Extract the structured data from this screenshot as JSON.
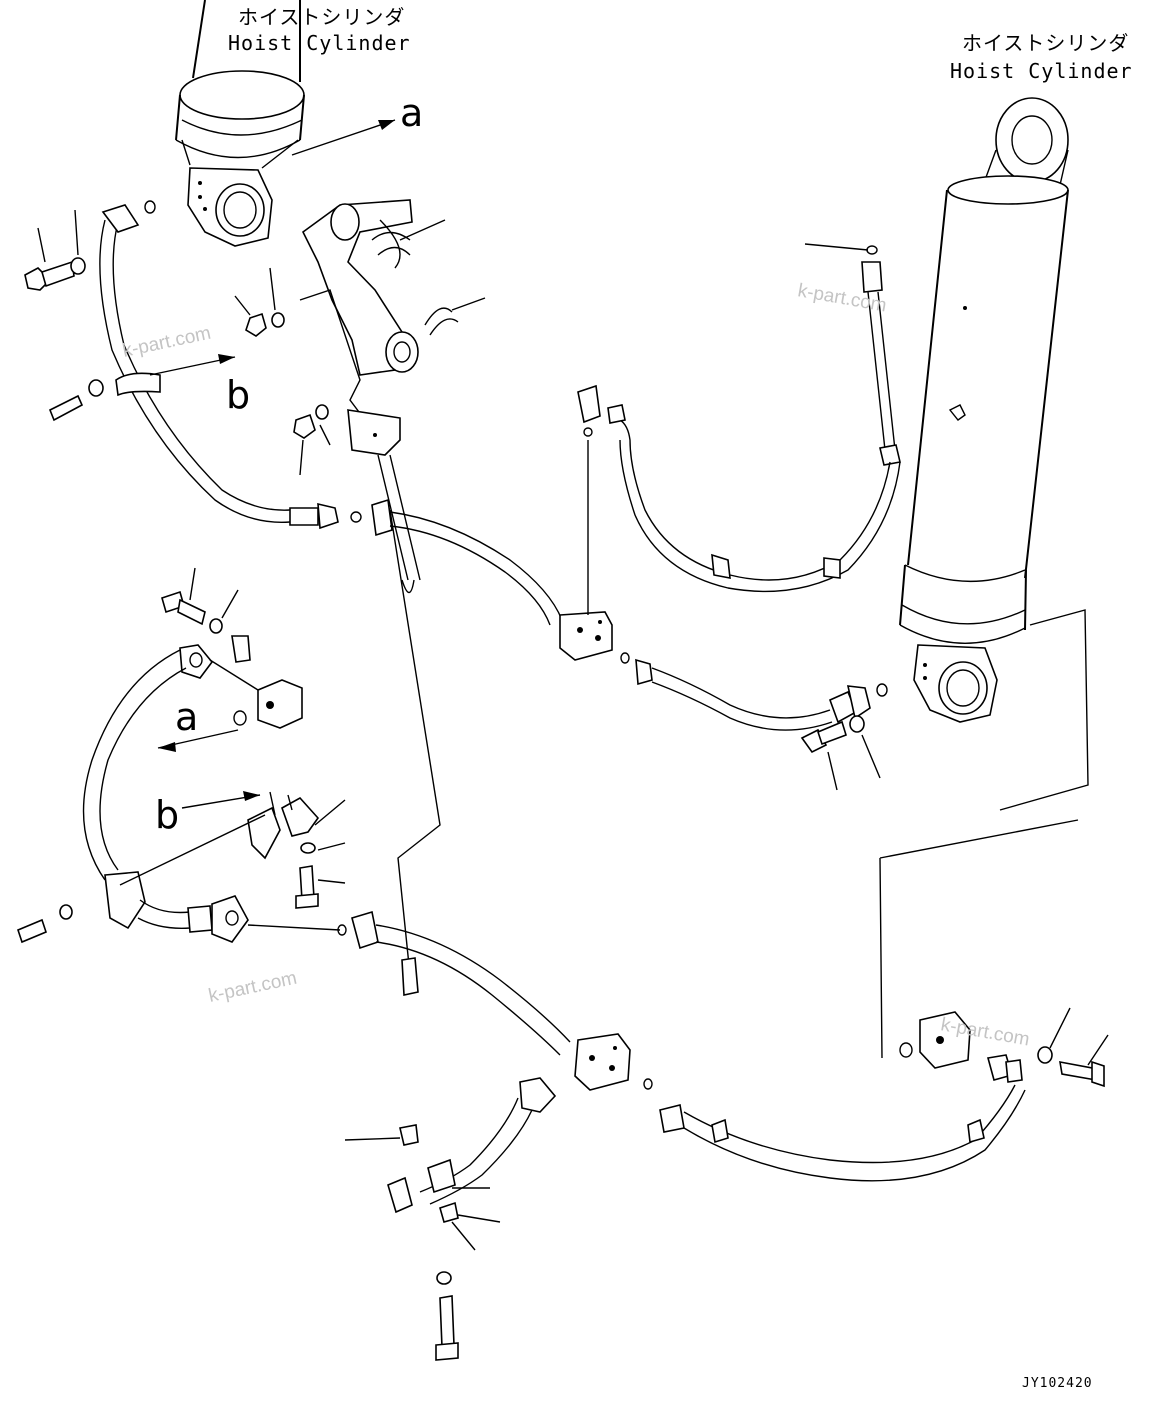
{
  "labels": {
    "cyl_left_jp": "ホイストシリンダ",
    "cyl_left_en": "Hoist Cylinder",
    "cyl_right_jp": "ホイストシリンダ",
    "cyl_right_en": "Hoist Cylinder"
  },
  "refs": {
    "a_top": "a",
    "b_top": "b",
    "a_bottom": "a",
    "b_bottom": "b"
  },
  "watermarks": [
    "k-part.com",
    "k-part.com",
    "k-part.com",
    "k-part.com"
  ],
  "drawing_code": "JY102420"
}
